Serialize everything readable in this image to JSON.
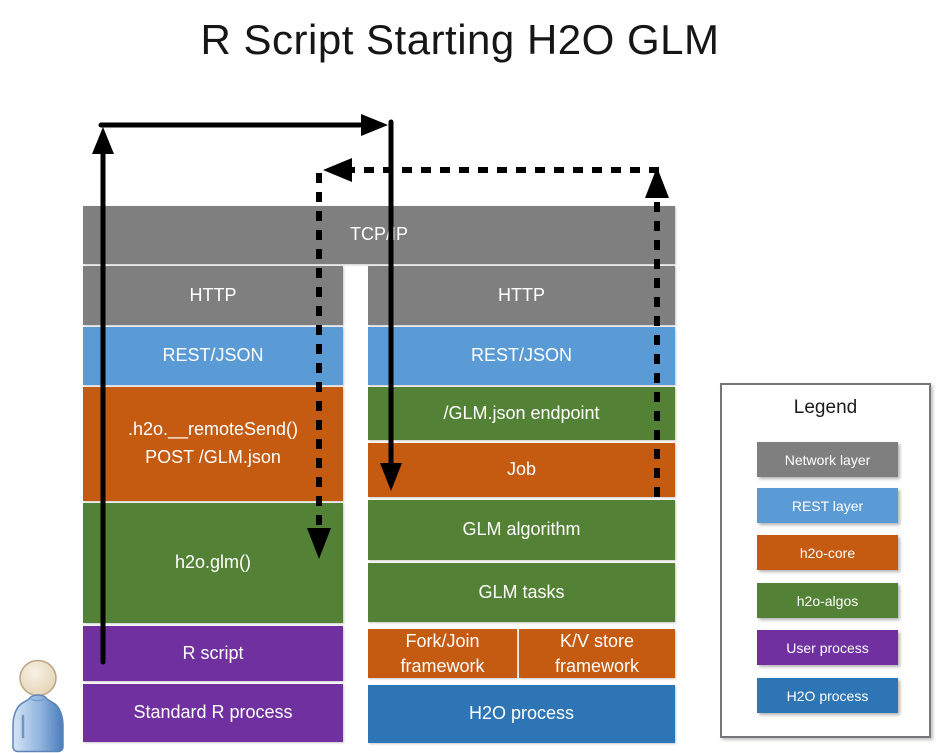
{
  "title": "R Script Starting H2O GLM",
  "colors": {
    "network": "#7F7F7F",
    "rest": "#5B9BD5",
    "core": "#C55A11",
    "algos": "#538135",
    "user": "#7030A0",
    "h2o": "#2E75B6"
  },
  "network_layer": {
    "label": "TCP/IP"
  },
  "left_stack": {
    "rows": [
      {
        "label": "HTTP"
      },
      {
        "label": "REST/JSON"
      },
      {
        "label": ".h2o.__remoteSend()\nPOST /GLM.json"
      },
      {
        "label": "h2o.glm()"
      },
      {
        "label": "R script"
      },
      {
        "label": "Standard R process"
      }
    ]
  },
  "right_stack": {
    "rows": [
      {
        "label": "HTTP"
      },
      {
        "label": "REST/JSON"
      },
      {
        "label": "/GLM.json endpoint"
      },
      {
        "label": "Job"
      },
      {
        "label": "GLM algorithm"
      },
      {
        "label": "GLM tasks"
      },
      {
        "label": "Fork/Join\nframework"
      },
      {
        "label": "K/V store\nframework"
      },
      {
        "label": "H2O process"
      }
    ]
  },
  "legend": {
    "title": "Legend",
    "items": [
      {
        "label": "Network layer",
        "color": "#7F7F7F"
      },
      {
        "label": "REST layer",
        "color": "#5B9BD5"
      },
      {
        "label": "h2o-core",
        "color": "#C55A11"
      },
      {
        "label": "h2o-algos",
        "color": "#538135"
      },
      {
        "label": "User process",
        "color": "#7030A0"
      },
      {
        "label": "H2O process",
        "color": "#2E75B6"
      }
    ]
  }
}
